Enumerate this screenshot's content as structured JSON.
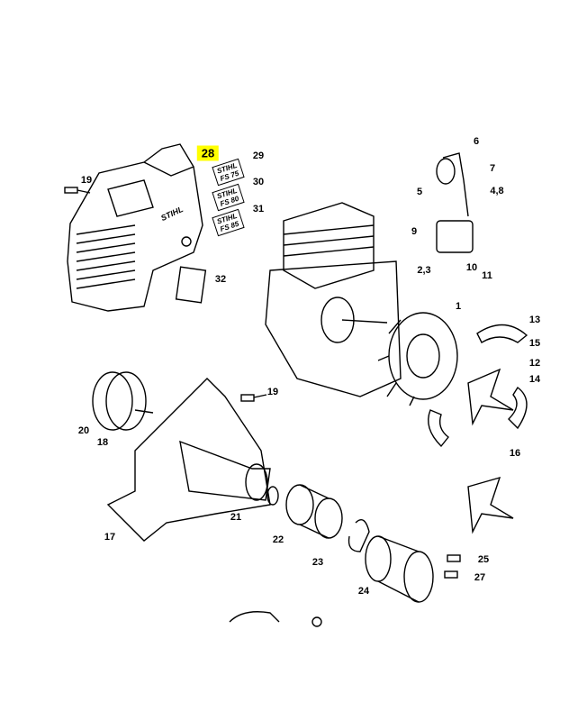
{
  "highlight_color": "#ffff00",
  "callouts": [
    {
      "id": "28",
      "highlighted": true
    },
    {
      "id": "29"
    },
    {
      "id": "30"
    },
    {
      "id": "31"
    },
    {
      "id": "19"
    },
    {
      "id": "32"
    },
    {
      "id": "6"
    },
    {
      "id": "7"
    },
    {
      "id": "5"
    },
    {
      "id": "4,8"
    },
    {
      "id": "9"
    },
    {
      "id": "10"
    },
    {
      "id": "2,3"
    },
    {
      "id": "11"
    },
    {
      "id": "1"
    },
    {
      "id": "13"
    },
    {
      "id": "15"
    },
    {
      "id": "12"
    },
    {
      "id": "14"
    },
    {
      "id": "19"
    },
    {
      "id": "20"
    },
    {
      "id": "18"
    },
    {
      "id": "17"
    },
    {
      "id": "16"
    },
    {
      "id": "21"
    },
    {
      "id": "22"
    },
    {
      "id": "23"
    },
    {
      "id": "25"
    },
    {
      "id": "24"
    },
    {
      "id": "27"
    }
  ],
  "decals": [
    {
      "brand": "STIHL",
      "model": "FS 75"
    },
    {
      "brand": "STIHL",
      "model": "FS 80"
    },
    {
      "brand": "STIHL",
      "model": "FS 85"
    }
  ],
  "shroud_logo": "STIHL"
}
